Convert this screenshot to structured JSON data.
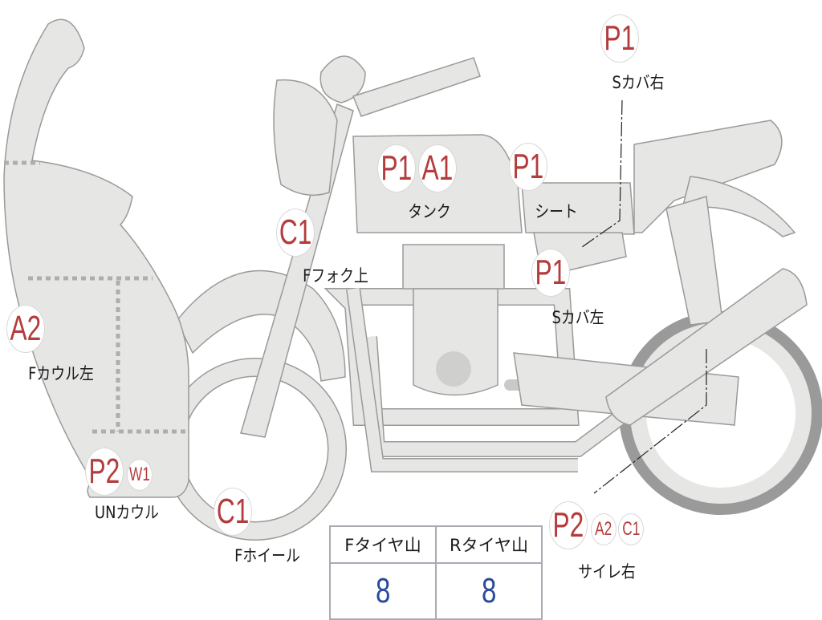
{
  "colors": {
    "body_fill": "#e6e6e4",
    "outline": "#9a9a9a",
    "marker_text": "#b43c3c",
    "value_text": "#2a4a9a"
  },
  "parts": [
    {
      "name": "Sカバ右",
      "markers": [
        "P1"
      ]
    },
    {
      "name": "タンク",
      "markers": [
        "P1",
        "A1"
      ]
    },
    {
      "name": "シート",
      "markers": [
        "P1"
      ]
    },
    {
      "name": "Fフォク上",
      "markers": [
        "C1"
      ]
    },
    {
      "name": "Sカバ左",
      "markers": [
        "P1"
      ]
    },
    {
      "name": "Fカウル左",
      "markers": [
        "A2"
      ]
    },
    {
      "name": "UNカウル",
      "markers": [
        "P2",
        "W1"
      ]
    },
    {
      "name": "Fホイール",
      "markers": [
        "C1"
      ]
    },
    {
      "name": "サイレ右",
      "markers": [
        "P2",
        "A2",
        "C1"
      ]
    }
  ],
  "tire_table": {
    "headers": [
      "Fタイヤ山",
      "Rタイヤ山"
    ],
    "values": [
      "8",
      "8"
    ]
  }
}
